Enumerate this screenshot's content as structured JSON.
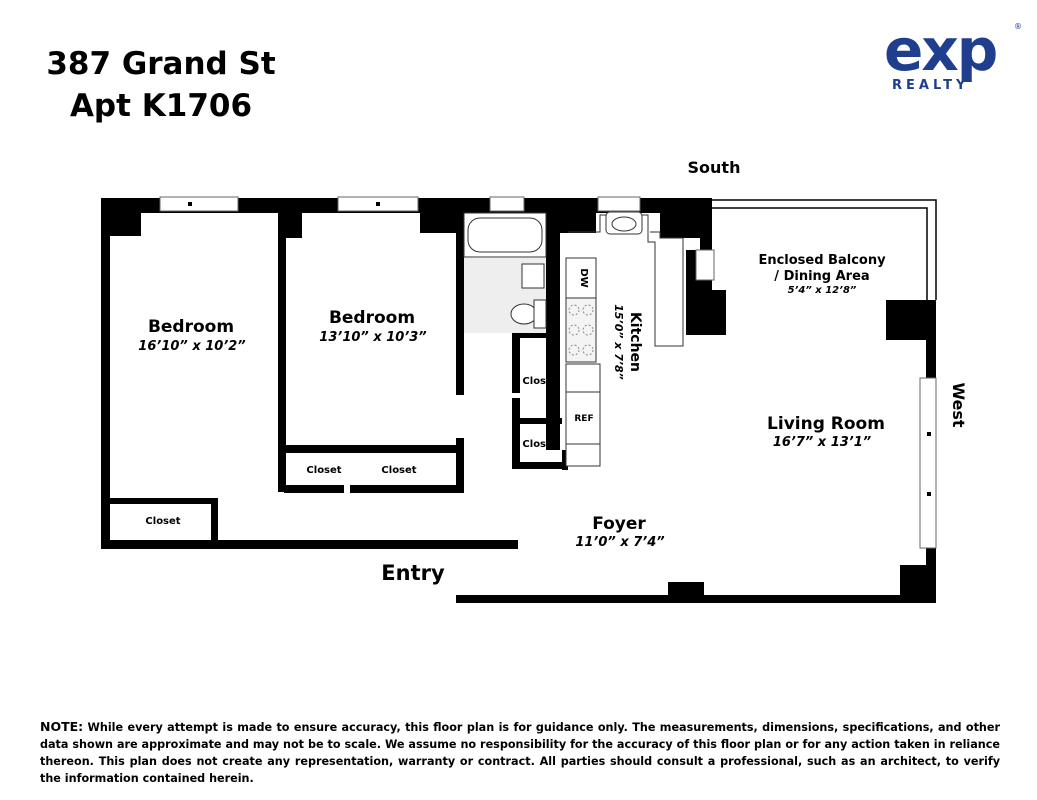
{
  "header": {
    "address_line1": "387 Grand St",
    "address_line2": "Apt K1706",
    "logo_main": "exp",
    "logo_sub": "REALTY",
    "logo_mark": "®"
  },
  "compass": {
    "south": "South",
    "west": "West"
  },
  "rooms": {
    "bedroom_1": {
      "name": "Bedroom",
      "dims": "16’10” x 10’2”"
    },
    "bedroom_2": {
      "name": "Bedroom",
      "dims": "13’10” x 10’3”"
    },
    "kitchen": {
      "name": "Kitchen",
      "dims": "15’0” x 7’8”"
    },
    "balcony": {
      "name_line1": "Enclosed Balcony",
      "name_line2": "/ Dining Area",
      "dims": "5’4” x 12’8”"
    },
    "living_room": {
      "name": "Living Room",
      "dims": "16’7” x 13’1”"
    },
    "foyer": {
      "name": "Foyer",
      "dims": "11’0” x 7’4”"
    }
  },
  "labels": {
    "closet": "Closet",
    "dishwasher": "DW",
    "refrigerator": "REF",
    "entry": "Entry"
  },
  "note": {
    "lead": "NOTE:",
    "text": "While every attempt is made to ensure accuracy, this floor plan is for guidance only. The measurements, dimensions, specifications, and other data shown are approximate and may not be to scale. We assume no responsibility for the accuracy of this floor plan or for any action taken in reliance thereon. This plan does not create any representation, warranty or contract. All parties should consult a professional, such as an architect, to verify the information contained herein."
  },
  "colors": {
    "wall": "#000000",
    "brand": "#1f3e8e",
    "tile": "#eeeeee"
  }
}
